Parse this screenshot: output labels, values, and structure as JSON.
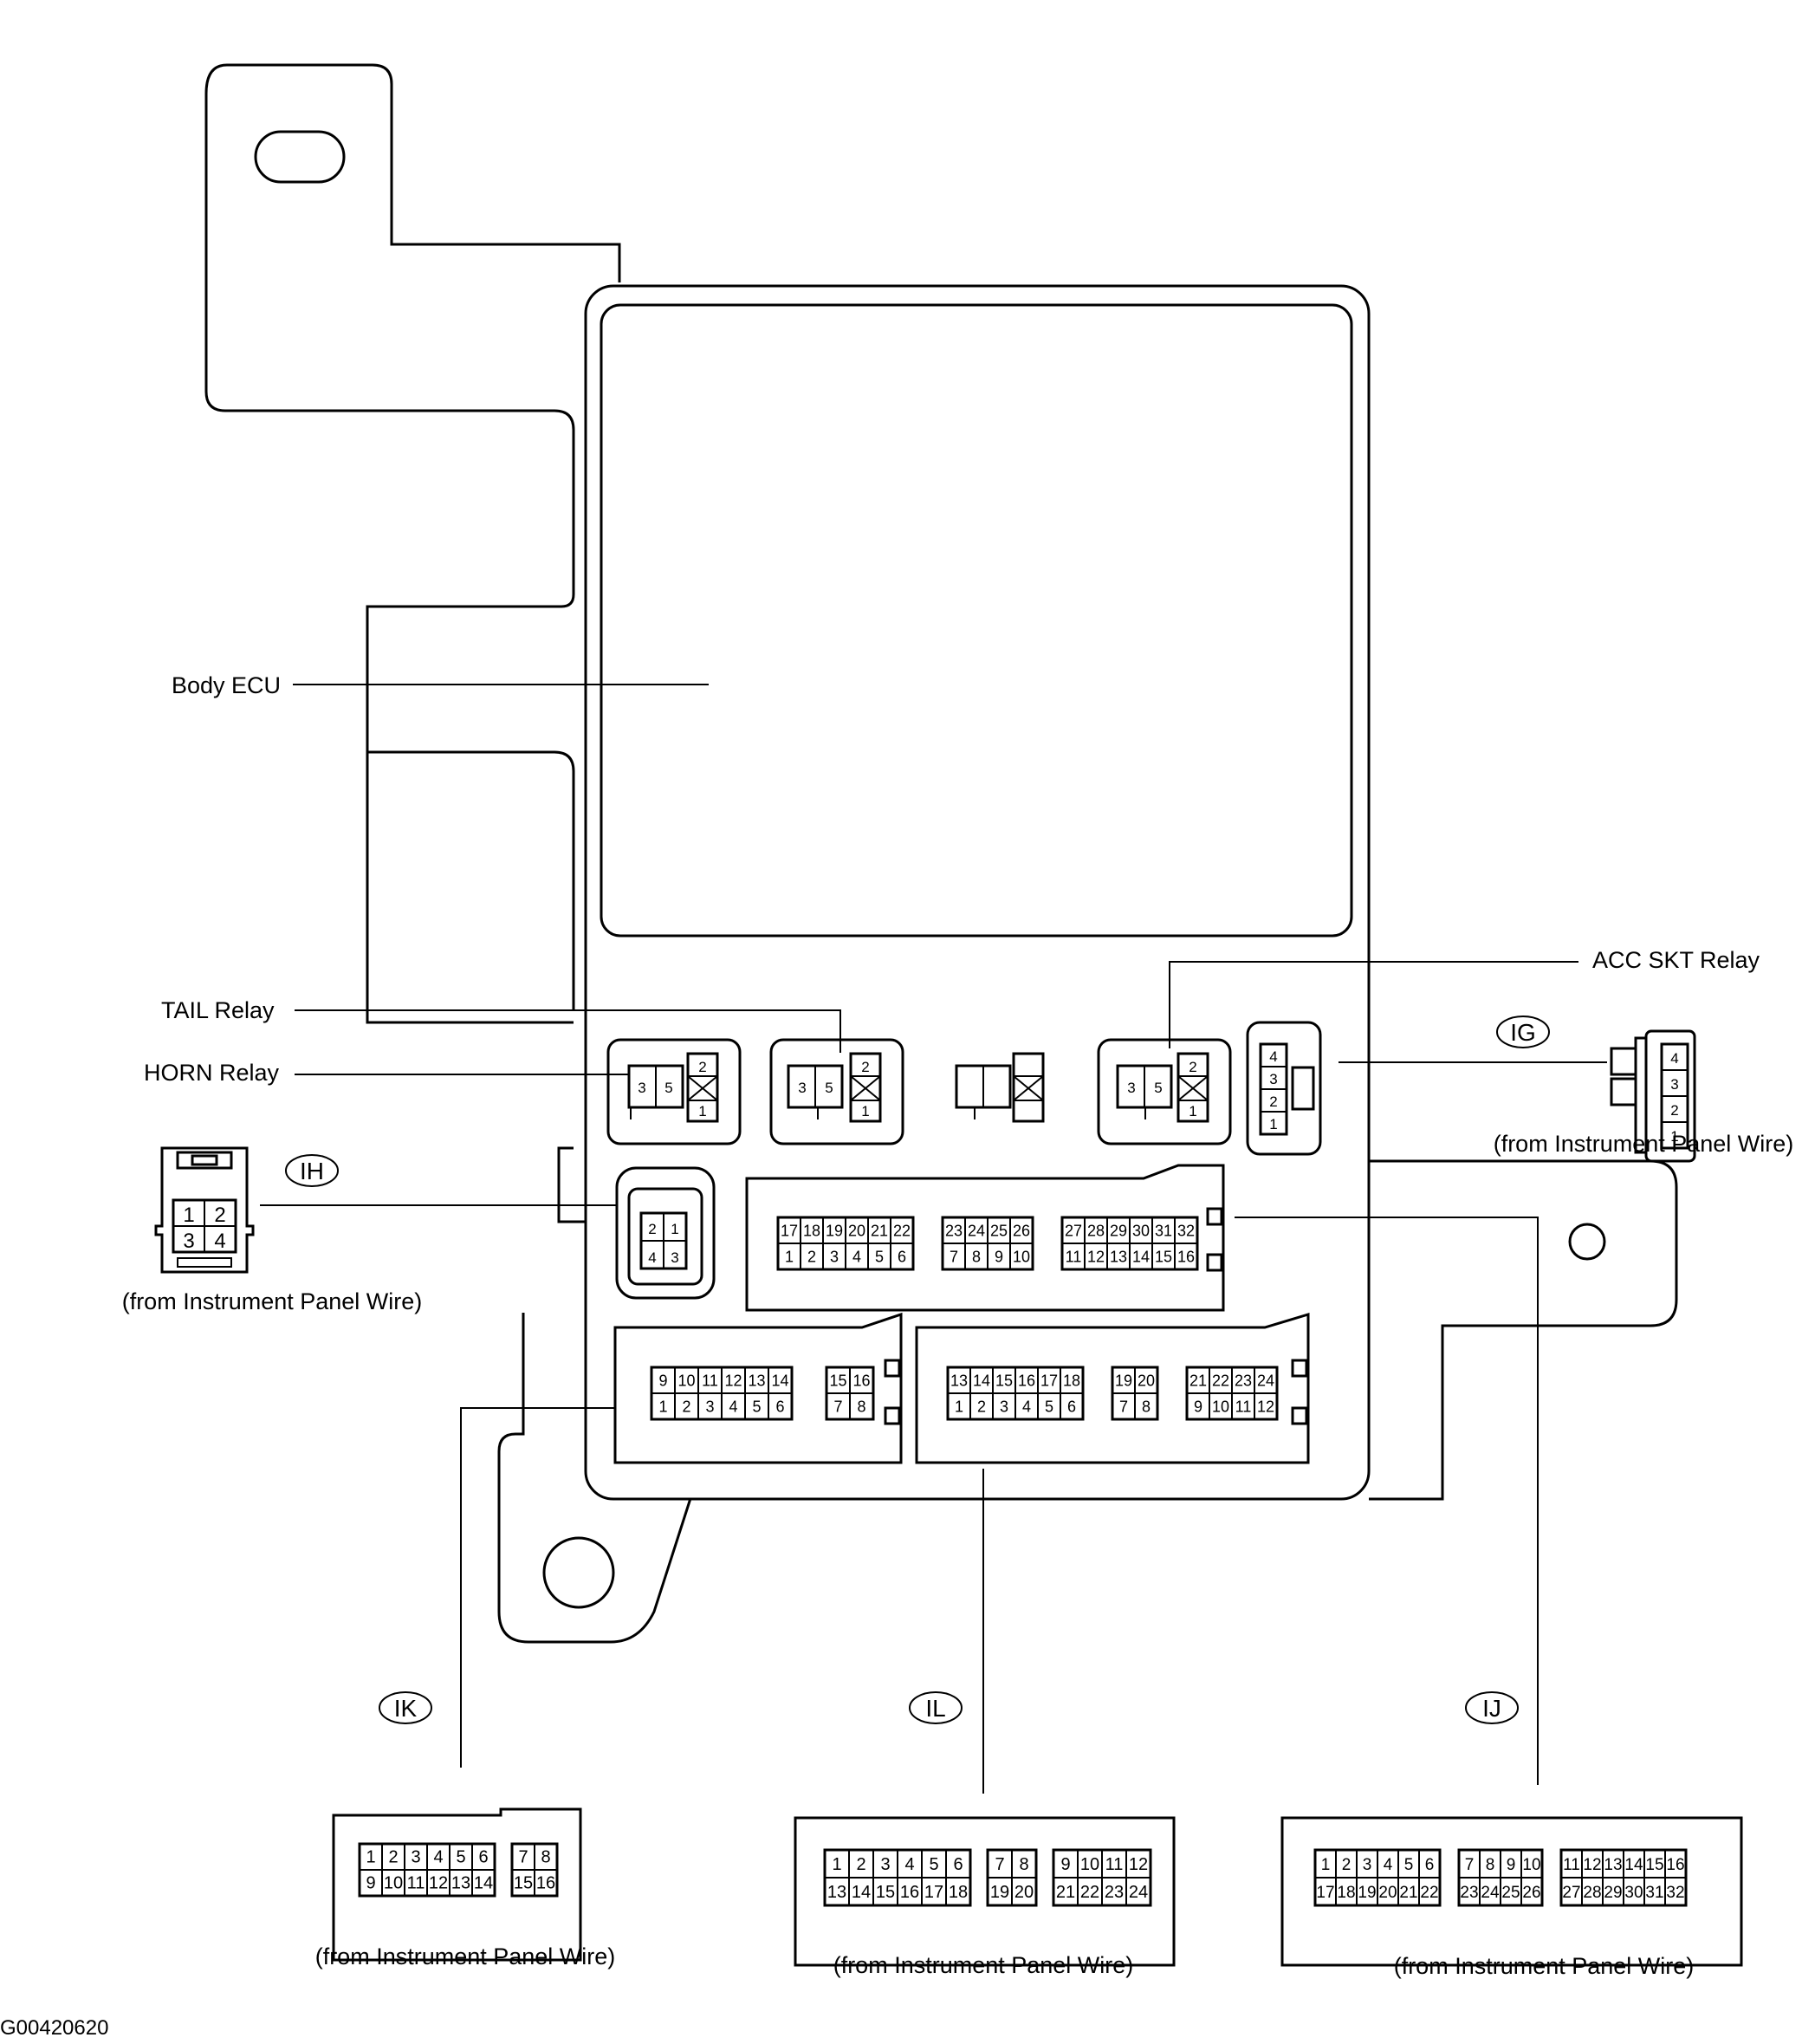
{
  "labels": {
    "body_ecu": "Body ECU",
    "tail_relay": "TAIL Relay",
    "horn_relay": "HORN Relay",
    "acc_skt_relay": "ACC SKT Relay",
    "from_wire": "(from Instrument Panel Wire)",
    "figure_id": "G00420620"
  },
  "connectors": {
    "IG": {
      "code": "IG",
      "pins": [
        "4",
        "3",
        "2",
        "1"
      ]
    },
    "IH": {
      "code": "IH",
      "pins": [
        "1",
        "2",
        "3",
        "4"
      ]
    },
    "IK": {
      "code": "IK",
      "rows": [
        [
          "1",
          "2",
          "3",
          "4",
          "5",
          "6",
          "7",
          "8"
        ],
        [
          "9",
          "10",
          "11",
          "12",
          "13",
          "14",
          "15",
          "16"
        ]
      ]
    },
    "IL": {
      "code": "IL",
      "rows": [
        [
          "1",
          "2",
          "3",
          "4",
          "5",
          "6",
          "7",
          "8",
          "9",
          "10",
          "11",
          "12"
        ],
        [
          "13",
          "14",
          "15",
          "16",
          "17",
          "18",
          "19",
          "20",
          "21",
          "22",
          "23",
          "24"
        ]
      ]
    },
    "IJ": {
      "code": "IJ",
      "rows": [
        [
          "1",
          "2",
          "3",
          "4",
          "5",
          "6",
          "7",
          "8",
          "9",
          "10",
          "11",
          "12",
          "13",
          "14",
          "15",
          "16"
        ],
        [
          "17",
          "18",
          "19",
          "20",
          "21",
          "22",
          "23",
          "24",
          "25",
          "26",
          "27",
          "28",
          "29",
          "30",
          "31",
          "32"
        ]
      ]
    }
  },
  "relays": {
    "horn": {
      "pins": [
        "3",
        "5",
        "2",
        "1"
      ]
    },
    "tail": {
      "pins": [
        "3",
        "5",
        "2",
        "1"
      ]
    },
    "acc_skt": {
      "pins": [
        "3",
        "5",
        "2",
        "1"
      ]
    }
  },
  "block_connectors": {
    "ig": {
      "pins": [
        "4",
        "3",
        "2",
        "1"
      ]
    },
    "ih": {
      "pins": [
        "2",
        "1",
        "4",
        "3"
      ]
    },
    "ij": {
      "rows": [
        [
          "17",
          "18",
          "19",
          "20",
          "21",
          "22",
          "23",
          "24",
          "25",
          "26",
          "27",
          "28",
          "29",
          "30",
          "31",
          "32"
        ],
        [
          "1",
          "2",
          "3",
          "4",
          "5",
          "6",
          "7",
          "8",
          "9",
          "10",
          "11",
          "12",
          "13",
          "14",
          "15",
          "16"
        ]
      ]
    },
    "ik": {
      "rows": [
        [
          "9",
          "10",
          "11",
          "12",
          "13",
          "14",
          "15",
          "16"
        ],
        [
          "1",
          "2",
          "3",
          "4",
          "5",
          "6",
          "7",
          "8"
        ]
      ]
    },
    "il": {
      "rows": [
        [
          "13",
          "14",
          "15",
          "16",
          "17",
          "18",
          "19",
          "20",
          "21",
          "22",
          "23",
          "24"
        ],
        [
          "1",
          "2",
          "3",
          "4",
          "5",
          "6",
          "7",
          "8",
          "9",
          "10",
          "11",
          "12"
        ]
      ]
    }
  }
}
